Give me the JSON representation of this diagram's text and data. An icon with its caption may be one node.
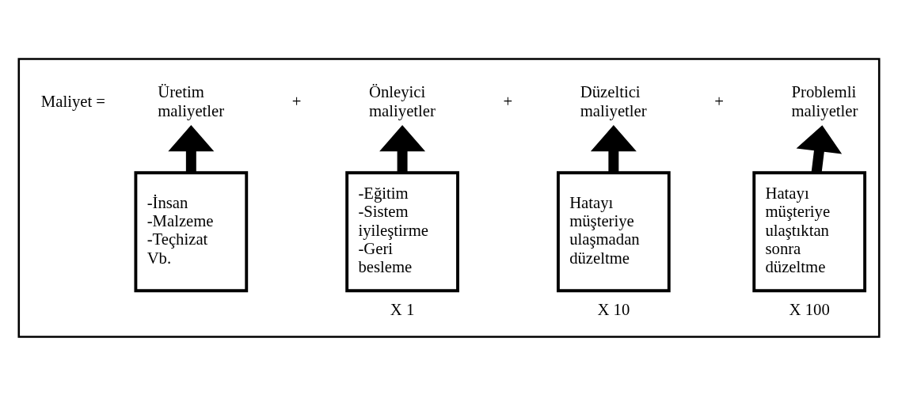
{
  "diagram": {
    "nodes": [
      {
        "text": [],
        "shape": "box"
      },
      {
        "text": [
          "Üretim maliyetler"
        ],
        "in": 0
      },
      {
        "text": [
          "Önleyici maliyetler"
        ],
        "in": 0
      },
      {
        "text": [
          "Düzeltici maliyetler"
        ],
        "in": 0
      },
      {
        "text": [
          "Problemli maliyetler"
        ],
        "in": 0
      },
      {
        "text": [
          "-İnsan",
          "-Malzeme",
          "-Teçhizat",
          "Vb."
        ],
        "in": 0
      },
      {
        "text": [
          "-Eğitim",
          "-Sistem iyileştirme",
          "-Geri besleme"
        ],
        "beside": [
          "X 1"
        ],
        "in": 0
      },
      {
        "text": [
          "Hatayı müşteriye ulaşmadan düzeltme"
        ],
        "beside": [
          "X 10"
        ],
        "in": 0
      },
      {
        "text": [
          "Hatayı müşteriye ulaştıktan sonra düzeltme"
        ],
        "beside": [
          "X 100"
        ],
        "in": 0
      }
    ],
    "edges": [
      {
        "from": 5,
        "to": 1,
        "arrow": "to"
      },
      {
        "from": 6,
        "to": 2,
        "arrow": "to"
      },
      {
        "from": 7,
        "to": 3,
        "arrow": "to"
      },
      {
        "from": 8,
        "to": 4,
        "arrow": "to"
      }
    ],
    "labels": [
      "Maliyet =",
      "+",
      "+",
      "+"
    ]
  }
}
